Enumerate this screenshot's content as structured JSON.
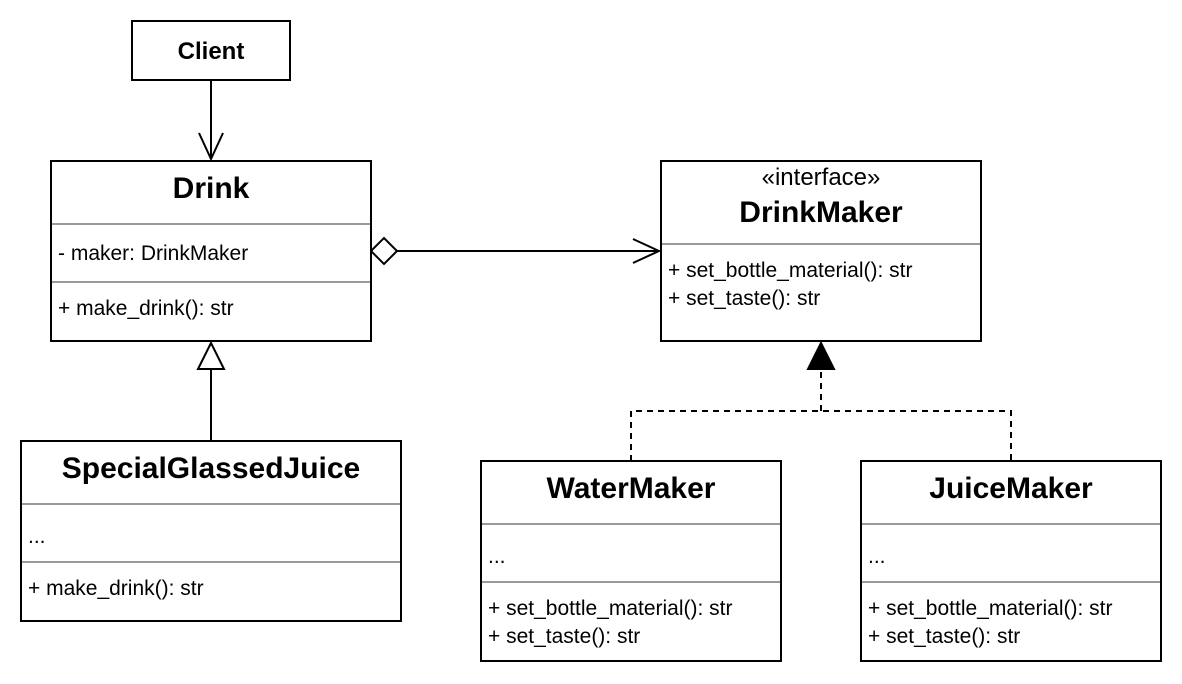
{
  "classes": {
    "client": {
      "name": "Client"
    },
    "drink": {
      "name": "Drink",
      "attributes": [
        "- maker: DrinkMaker"
      ],
      "methods": [
        "+ make_drink(): str"
      ]
    },
    "drink_maker": {
      "stereotype": "«interface»",
      "name": "DrinkMaker",
      "methods": [
        "+ set_bottle_material(): str",
        "+ set_taste(): str"
      ]
    },
    "special_glassed_juice": {
      "name": "SpecialGlassedJuice",
      "attributes": [
        "..."
      ],
      "methods": [
        "+ make_drink(): str"
      ]
    },
    "water_maker": {
      "name": "WaterMaker",
      "attributes": [
        "..."
      ],
      "methods": [
        "+ set_bottle_material(): str",
        "+ set_taste(): str"
      ]
    },
    "juice_maker": {
      "name": "JuiceMaker",
      "attributes": [
        "..."
      ],
      "methods": [
        "+ set_bottle_material(): str",
        "+ set_taste(): str"
      ]
    }
  },
  "relationships": [
    {
      "type": "association",
      "from": "Client",
      "to": "Drink"
    },
    {
      "type": "aggregation",
      "from": "Drink",
      "to": "DrinkMaker"
    },
    {
      "type": "inheritance",
      "from": "SpecialGlassedJuice",
      "to": "Drink"
    },
    {
      "type": "realization",
      "from": "WaterMaker",
      "to": "DrinkMaker"
    },
    {
      "type": "realization",
      "from": "JuiceMaker",
      "to": "DrinkMaker"
    }
  ]
}
